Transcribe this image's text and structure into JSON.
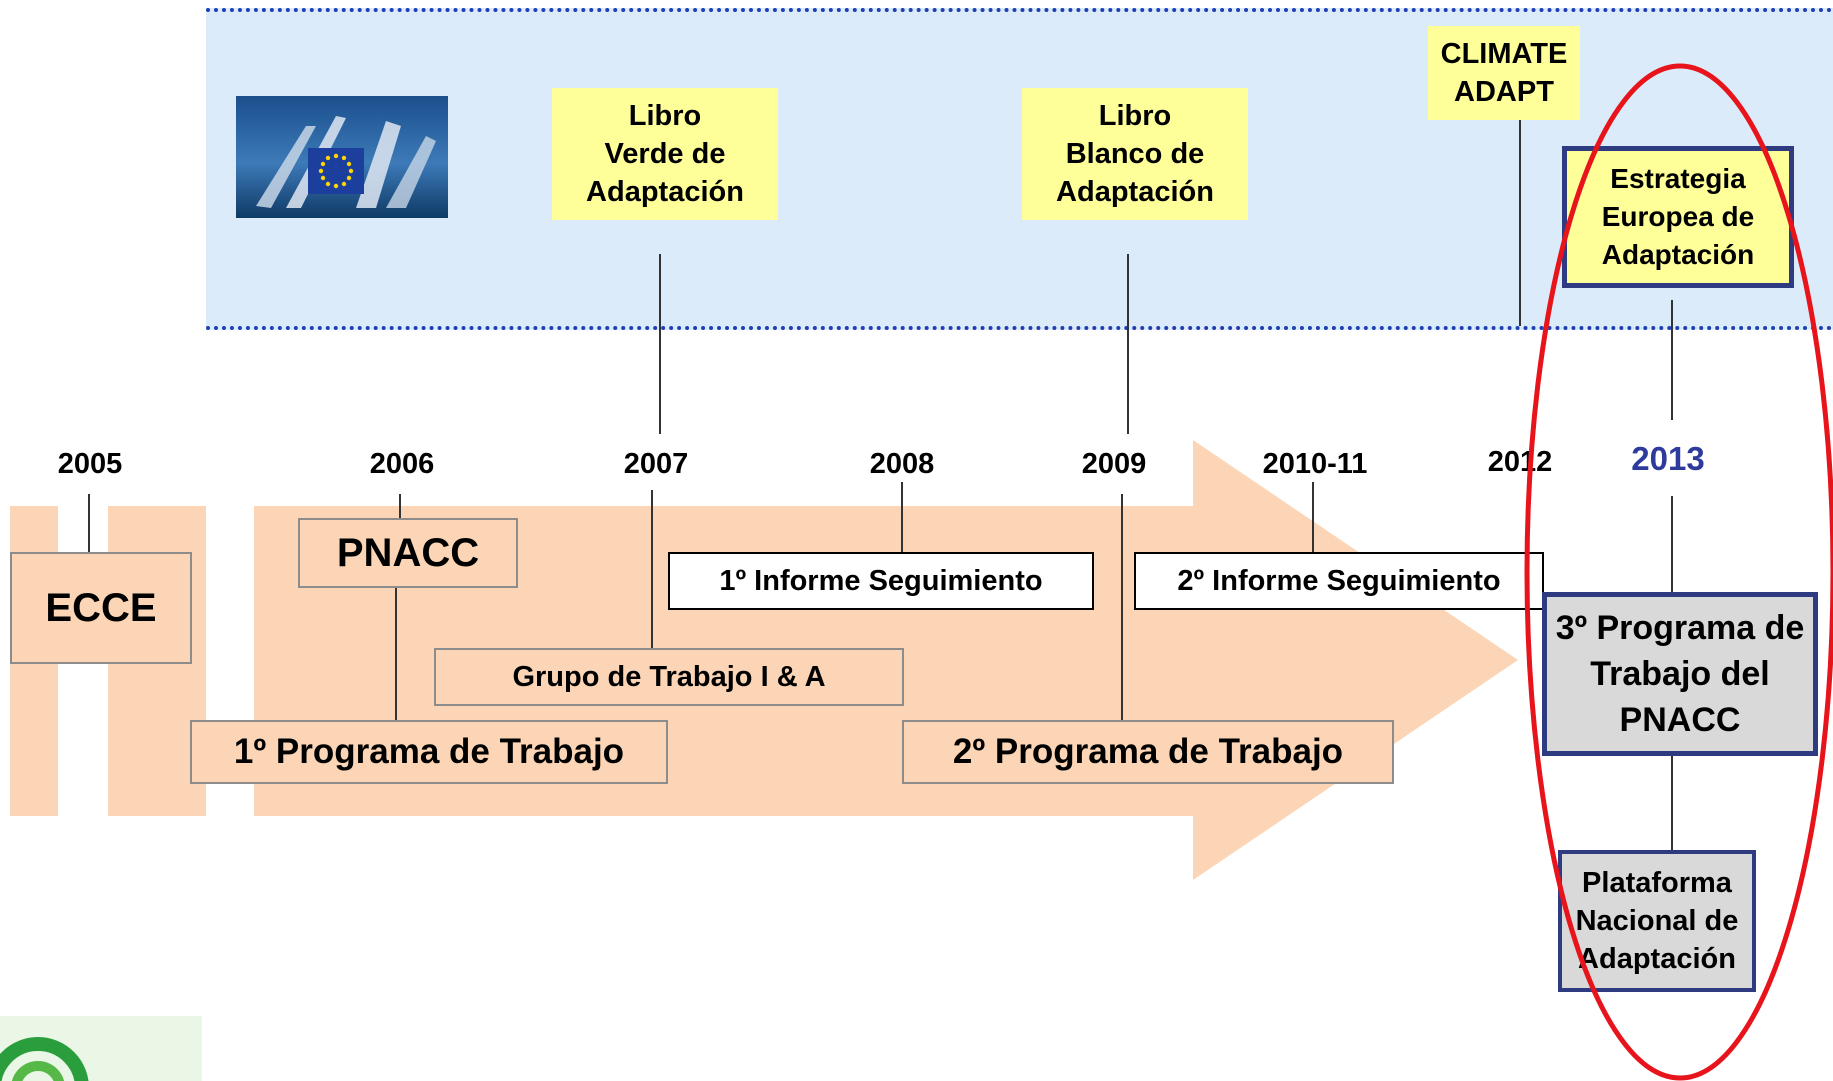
{
  "eu_timeline": {
    "libro_verde": "Libro\nVerde de\nAdaptación",
    "libro_blanco": "Libro\nBlanco de\nAdaptación",
    "climate_adapt": "CLIMATE\nADAPT",
    "estrategia": "Estrategia\nEuropea de\nAdaptación"
  },
  "years": [
    "2005",
    "2006",
    "2007",
    "2008",
    "2009",
    "2010-11",
    "2012",
    "2013"
  ],
  "national_timeline": {
    "ecce": "ECCE",
    "pnacc": "PNACC",
    "informe_1": "1º Informe Seguimiento",
    "informe_2": "2º Informe Seguimiento",
    "grupo_trabajo": "Grupo de Trabajo I & A",
    "programa_1": "1º Programa de Trabajo",
    "programa_2": "2º Programa de Trabajo",
    "programa_3": "3º Programa\nde Trabajo\ndel PNACC",
    "plataforma": "Plataforma\nNacional de\nAdaptación"
  },
  "colors": {
    "arrow": "#fbd5b5",
    "eu_band": "#dcebfa",
    "highlight_ellipse": "#e8141b",
    "year_2013": "#2e3b9c"
  }
}
